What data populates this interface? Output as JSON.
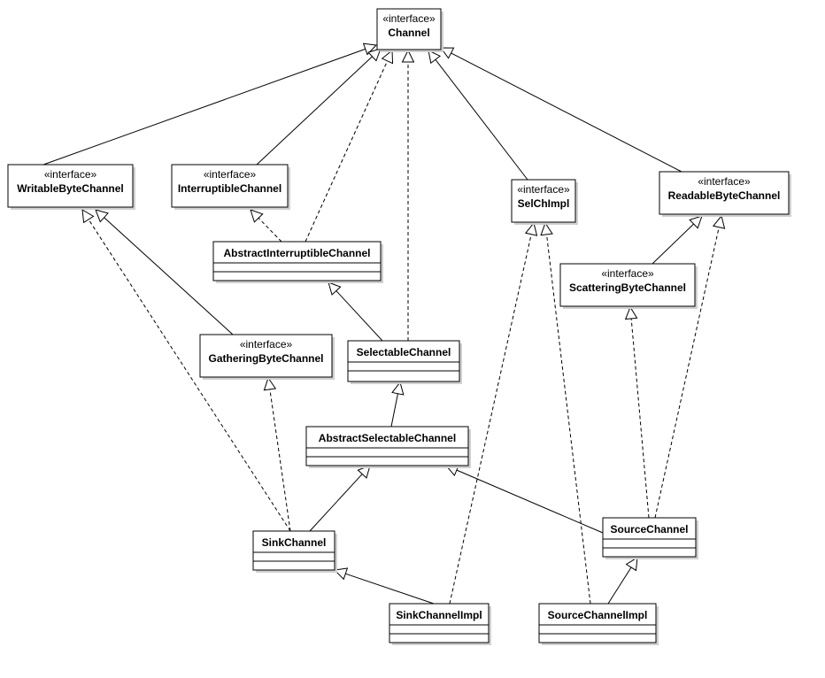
{
  "stereotype": "«interface»",
  "classes": [
    {
      "id": "channel",
      "name": "Channel",
      "interface": true
    },
    {
      "id": "writable",
      "name": "WritableByteChannel",
      "interface": true
    },
    {
      "id": "interruptible",
      "name": "InterruptibleChannel",
      "interface": true
    },
    {
      "id": "selchimpl",
      "name": "SelChImpl",
      "interface": true
    },
    {
      "id": "readable",
      "name": "ReadableByteChannel",
      "interface": true
    },
    {
      "id": "absinterruptible",
      "name": "AbstractInterruptibleChannel",
      "interface": false
    },
    {
      "id": "scattering",
      "name": "ScatteringByteChannel",
      "interface": true
    },
    {
      "id": "gathering",
      "name": "GatheringByteChannel",
      "interface": true
    },
    {
      "id": "selectable",
      "name": "SelectableChannel",
      "interface": false
    },
    {
      "id": "absselectable",
      "name": "AbstractSelectableChannel",
      "interface": false
    },
    {
      "id": "sink",
      "name": "SinkChannel",
      "interface": false
    },
    {
      "id": "source",
      "name": "SourceChannel",
      "interface": false
    },
    {
      "id": "sinkimpl",
      "name": "SinkChannelImpl",
      "interface": false
    },
    {
      "id": "sourceimpl",
      "name": "SourceChannelImpl",
      "interface": false
    }
  ],
  "relations": [
    {
      "from": "writable",
      "to": "channel",
      "kind": "extends"
    },
    {
      "from": "interruptible",
      "to": "channel",
      "kind": "extends"
    },
    {
      "from": "absinterruptible",
      "to": "channel",
      "kind": "implements"
    },
    {
      "from": "selectable",
      "to": "channel",
      "kind": "implements"
    },
    {
      "from": "selchimpl",
      "to": "channel",
      "kind": "extends"
    },
    {
      "from": "readable",
      "to": "channel",
      "kind": "extends"
    },
    {
      "from": "absinterruptible",
      "to": "interruptible",
      "kind": "implements"
    },
    {
      "from": "selectable",
      "to": "absinterruptible",
      "kind": "extends"
    },
    {
      "from": "absselectable",
      "to": "selectable",
      "kind": "extends"
    },
    {
      "from": "gathering",
      "to": "writable",
      "kind": "extends"
    },
    {
      "from": "sink",
      "to": "writable",
      "kind": "implements"
    },
    {
      "from": "sink",
      "to": "gathering",
      "kind": "implements"
    },
    {
      "from": "sink",
      "to": "absselectable",
      "kind": "extends"
    },
    {
      "from": "source",
      "to": "absselectable",
      "kind": "extends"
    },
    {
      "from": "scattering",
      "to": "readable",
      "kind": "extends"
    },
    {
      "from": "source",
      "to": "scattering",
      "kind": "implements"
    },
    {
      "from": "source",
      "to": "readable",
      "kind": "implements"
    },
    {
      "from": "sinkimpl",
      "to": "sink",
      "kind": "extends"
    },
    {
      "from": "sinkimpl",
      "to": "selchimpl",
      "kind": "implements"
    },
    {
      "from": "sourceimpl",
      "to": "source",
      "kind": "extends"
    },
    {
      "from": "sourceimpl",
      "to": "selchimpl",
      "kind": "implements"
    }
  ]
}
